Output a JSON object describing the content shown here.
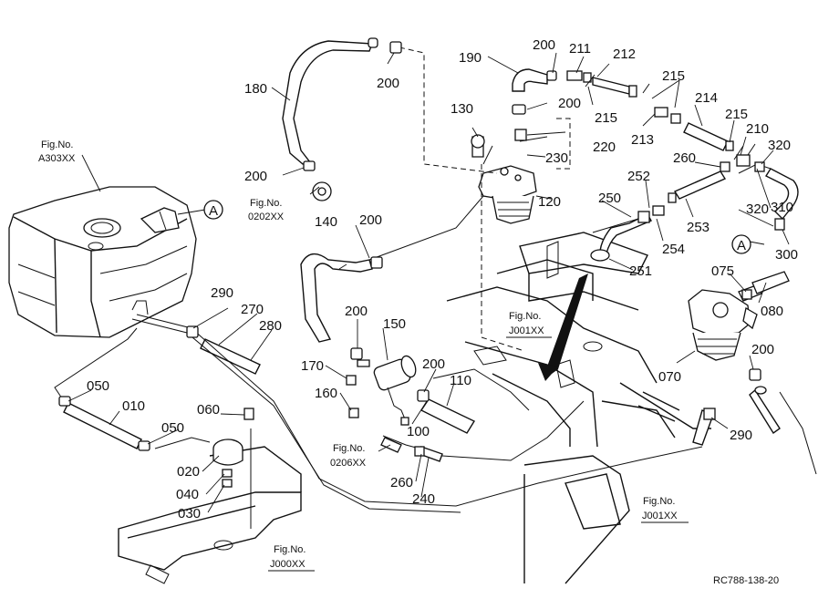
{
  "drawing_code": "RC788-138-20",
  "callout": "A",
  "parts": {
    "p180": "180",
    "p200a": "200",
    "p200b": "200",
    "p200c": "200",
    "p200d": "200",
    "p200e": "200",
    "p200f": "200",
    "p200g": "200",
    "p200h": "200",
    "p190": "190",
    "p211": "211",
    "p212": "212",
    "p215a": "215",
    "p215b": "215",
    "p215c": "215",
    "p213": "213",
    "p214": "214",
    "p210": "210",
    "p320a": "320",
    "p320b": "320",
    "p130": "130",
    "p220": "220",
    "p230": "230",
    "p120": "120",
    "p250": "250",
    "p252": "252",
    "p260a": "260",
    "p260b": "260",
    "p253": "253",
    "p254": "254",
    "p310": "310",
    "p300": "300",
    "p251": "251",
    "p075": "075",
    "p080": "080",
    "p070": "070",
    "p290a": "290",
    "p290b": "290",
    "p140": "140",
    "p150": "150",
    "p170": "170",
    "p160": "160",
    "p110": "110",
    "p100": "100",
    "p240": "240",
    "p270": "270",
    "p280": "280",
    "p050a": "050",
    "p050b": "050",
    "p010": "010",
    "p060": "060",
    "p020": "020",
    "p040": "040",
    "p030": "030"
  },
  "figrefs": {
    "a303": {
      "l1": "Fig.No.",
      "l2": "A303XX"
    },
    "f0202": {
      "l1": "Fig.No.",
      "l2": "0202XX"
    },
    "j001a": {
      "l1": "Fig.No.",
      "l2": "J001XX"
    },
    "f0206": {
      "l1": "Fig.No.",
      "l2": "0206XX"
    },
    "j001b": {
      "l1": "Fig.No.",
      "l2": "J001XX"
    },
    "j000": {
      "l1": "Fig.No.",
      "l2": "J000XX"
    }
  }
}
